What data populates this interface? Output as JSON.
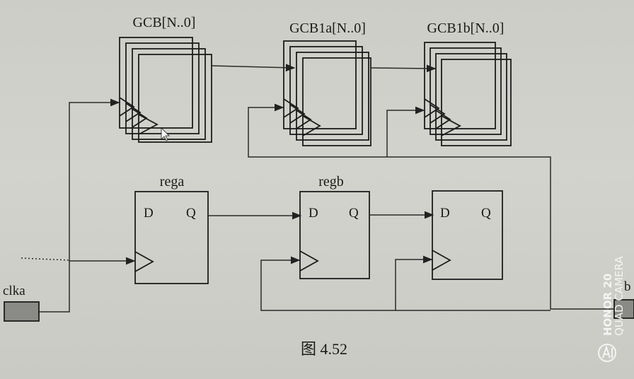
{
  "labels": {
    "gcb": "GCB[N..0]",
    "gcb1a": "GCB1a[N..0]",
    "gcb1b": "GCB1b[N..0]",
    "rega": "rega",
    "regb": "regb",
    "clka": "clka",
    "right_port": "b",
    "caption": "图 4.52"
  },
  "pins": {
    "d": "D",
    "q": "Q"
  },
  "watermark": {
    "brand": "HONOR 20",
    "sub": "QUAD CAMERA"
  },
  "colors": {
    "port_fill": "#8a8a86",
    "wire": "#2a2a2a"
  }
}
